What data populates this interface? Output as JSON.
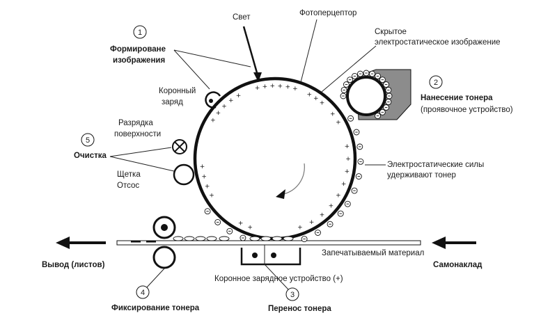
{
  "labels": {
    "light": "Свет",
    "photoreceptor": "Фотоперцептор",
    "latent_line1": "Скрытое",
    "latent_line2": "электростатическое изображение",
    "step1_title_line1": "Формироване",
    "step1_title_line2": "изображения",
    "corona_line1": "Коронный",
    "corona_line2": "заряд",
    "step2_title": "Нанесение тонера",
    "step2_sub": "(проявочное устройство)",
    "discharge_line1": "Разрядка",
    "discharge_line2": "поверхности",
    "step5_title": "Очистка",
    "brush_line1": "Щетка",
    "brush_line2": "Отсос",
    "forces_line1": "Электростатические силы",
    "forces_line2": "удерживают тонер",
    "print_material": "Запечатываемый материал",
    "output": "Вывод (листов)",
    "feed": "Самонаклад",
    "transfer_corona": "Коронное зарядное устройство (+)",
    "step4_title": "Фиксирование тонера",
    "step3_title": "Перенос тонера"
  },
  "steps": {
    "s1": "1",
    "s2": "2",
    "s3": "3",
    "s4": "4",
    "s5": "5"
  },
  "colors": {
    "line": "#1a1a1a",
    "developer_housing": "#8c8c8c"
  }
}
